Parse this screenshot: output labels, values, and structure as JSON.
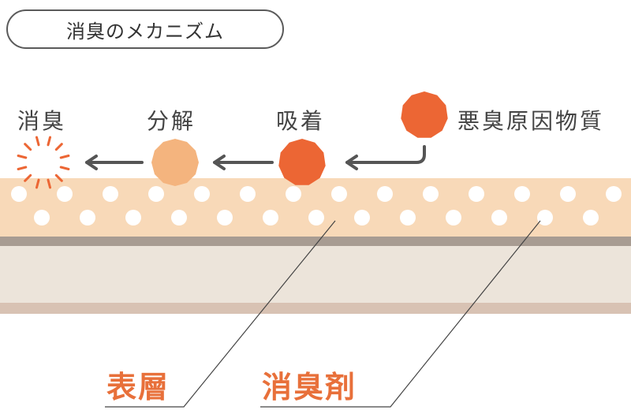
{
  "title": "消臭のメカニズム",
  "steps": [
    {
      "id": "deodorize",
      "label": "消臭"
    },
    {
      "id": "decompose",
      "label": "分解"
    },
    {
      "id": "adsorb",
      "label": "吸着"
    },
    {
      "id": "source",
      "label": "悪臭原因物質"
    }
  ],
  "callouts": [
    {
      "id": "surface",
      "label": "表層"
    },
    {
      "id": "agent",
      "label": "消臭剤"
    }
  ],
  "colors": {
    "odor": "#ec6634",
    "decomposed": "#f4b47e",
    "accent_text": "#e8703a",
    "surface_layer": "#f8d9b8",
    "base_layer": "#ece4da",
    "separator": "#a89c92",
    "bottom_edge": "#d8c2b3",
    "arrow": "#555555",
    "text": "#444444"
  }
}
